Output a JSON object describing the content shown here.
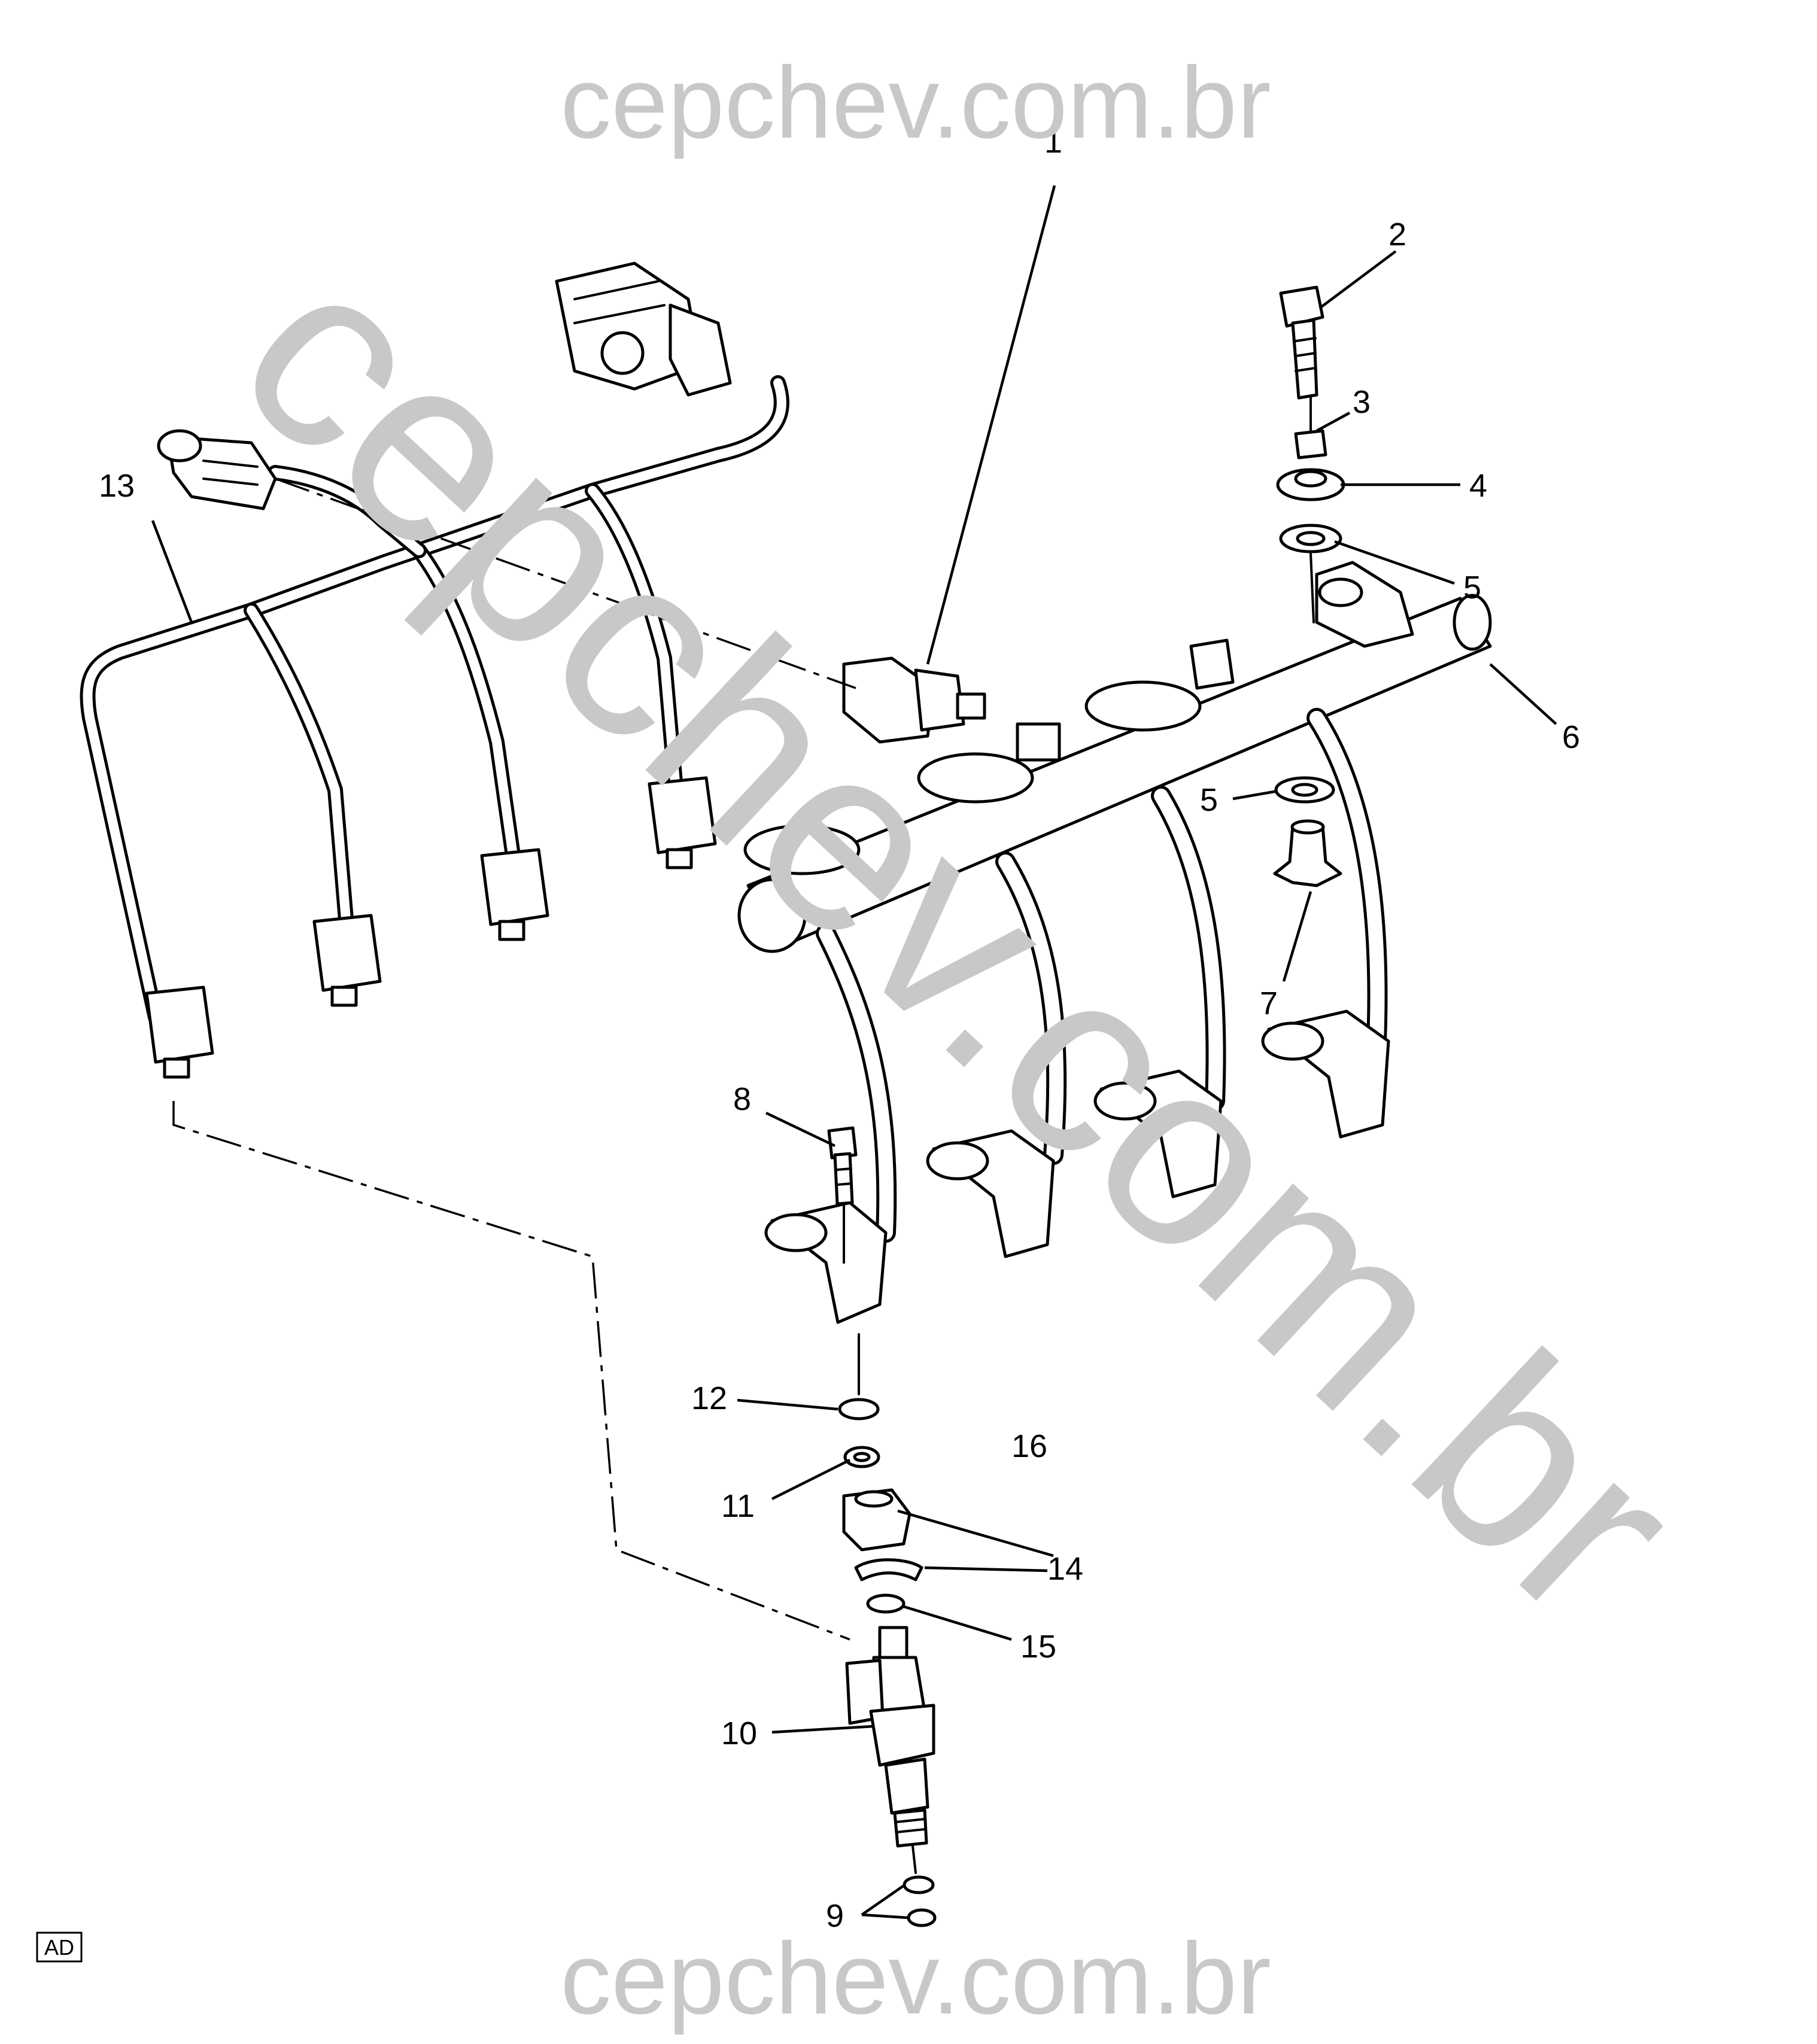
{
  "watermark": {
    "top": "cepchev.com.br",
    "bottom": "cepchev.com.br",
    "diagonal": "cepchev.com.br",
    "color": "#c8c8c8"
  },
  "badge": "AD",
  "callouts": {
    "c1": "1",
    "c2": "2",
    "c3": "3",
    "c4": "4",
    "c5a": "5",
    "c5b": "5",
    "c6": "6",
    "c7": "7",
    "c8": "8",
    "c9": "9",
    "c10": "10",
    "c11": "11",
    "c12": "12",
    "c13": "13",
    "c14": "14",
    "c15": "15",
    "c16": "16"
  }
}
